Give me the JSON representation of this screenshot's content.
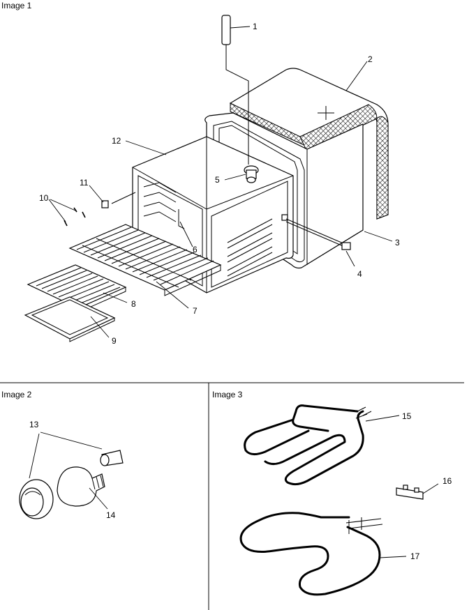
{
  "panels": [
    {
      "title": "Image 1"
    },
    {
      "title": "Image 2"
    },
    {
      "title": "Image 3"
    }
  ],
  "callouts": {
    "c1": "1",
    "c2": "2",
    "c3": "3",
    "c4": "4",
    "c5": "5",
    "c6": "6",
    "c7": "7",
    "c8": "8",
    "c9": "9",
    "c10": "10",
    "c11": "11",
    "c12": "12",
    "c13": "13",
    "c14": "14",
    "c15": "15",
    "c16": "16",
    "c17": "17"
  }
}
